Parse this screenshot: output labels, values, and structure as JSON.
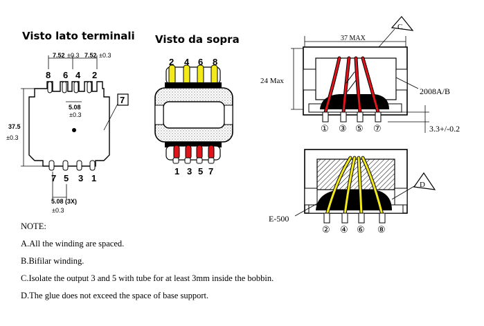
{
  "colors": {
    "winding_red": "#e0141b",
    "winding_yellow": "#f2ea1d",
    "outline": "#000000"
  },
  "side_view": {
    "title": "Visto lato terminali",
    "top_pins": [
      "8",
      "6",
      "4",
      "2"
    ],
    "bottom_pins": [
      "7",
      "5",
      "3",
      "1"
    ],
    "pitch_top_left": "7.52",
    "pitch_top_right": "7.52",
    "tol_03": "±0.3",
    "inner_dim": "5.08",
    "height_dim": "37.5",
    "bottom_dim": "5.08 (3X)",
    "ref_box": "7"
  },
  "top_view": {
    "title": "Visto da sopra",
    "top_pins": [
      "2",
      "4",
      "6",
      "8"
    ],
    "bottom_pins": [
      "1",
      "3",
      "5",
      "7"
    ]
  },
  "section_c": {
    "width_dim": "37 MAX",
    "height_dim": "24 Max",
    "material": "2008A/B",
    "pin_height": "3.3+/-0.2",
    "callout": "C",
    "pins": [
      "①",
      "③",
      "⑤",
      "⑦"
    ]
  },
  "section_d": {
    "glue": "E-500",
    "callout": "D",
    "pins": [
      "②",
      "④",
      "⑥",
      "⑧"
    ]
  },
  "notes": {
    "heading": "NOTE:",
    "a": "A.All the winding are spaced.",
    "b": "B.Bifilar winding.",
    "c": "C.Isolate the output 3 and 5 with tube for at least 3mm inside the bobbin.",
    "d": "D.The glue does not exceed the space of base support."
  }
}
